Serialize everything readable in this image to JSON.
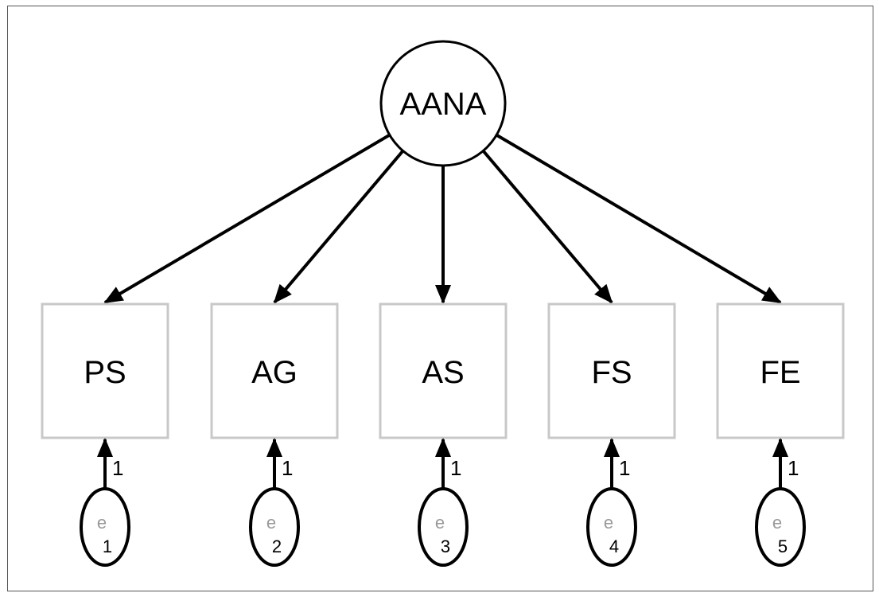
{
  "latent": {
    "label": "AANA"
  },
  "indicators": [
    {
      "label": "PS",
      "error": "e1",
      "error_sub": "1",
      "loading": "1"
    },
    {
      "label": "AG",
      "error": "e2",
      "error_sub": "2",
      "loading": "1"
    },
    {
      "label": "AS",
      "error": "e3",
      "error_sub": "3",
      "loading": "1"
    },
    {
      "label": "FS",
      "error": "e4",
      "error_sub": "4",
      "loading": "1"
    },
    {
      "label": "FE",
      "error": "e5",
      "error_sub": "5",
      "loading": "1"
    }
  ],
  "colors": {
    "line": "#000000",
    "box_border": "#c8c8c8",
    "frame": "#555555",
    "error_glyph": "#9a9a9a"
  }
}
